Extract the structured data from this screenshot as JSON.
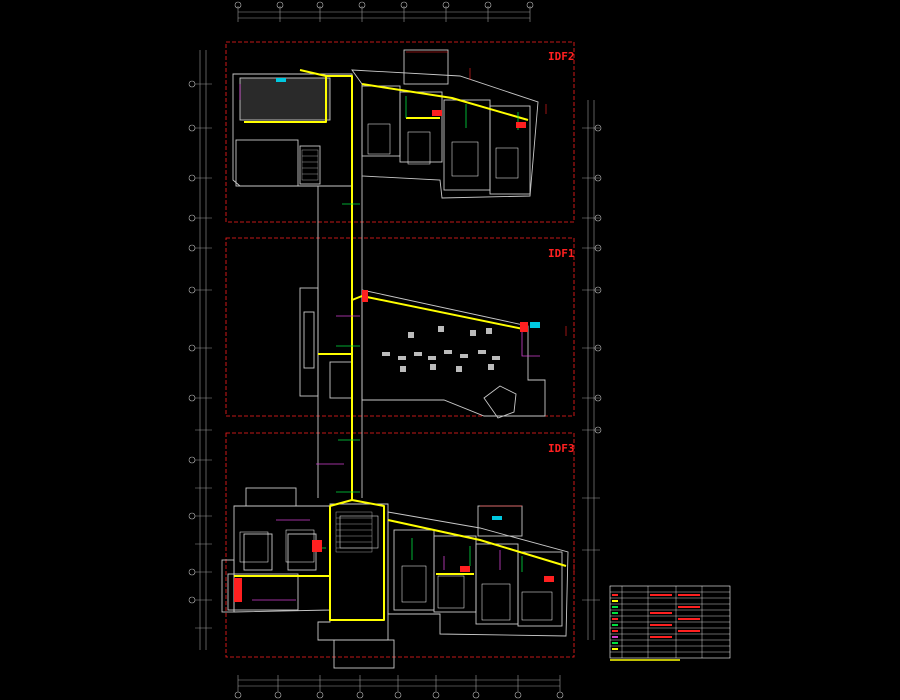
{
  "drawing": {
    "zones": [
      {
        "id": "idf2",
        "label": "IDF2"
      },
      {
        "id": "idf1",
        "label": "IDF1"
      },
      {
        "id": "idf3",
        "label": "IDF3"
      }
    ]
  },
  "colors": {
    "background": "#000000",
    "zone_border": "#ff2020",
    "wall": "#c8c8c8",
    "trunk_cable": "#ffff00",
    "branch_green": "#00e040",
    "branch_magenta": "#d040d0",
    "equipment_red": "#ff2020",
    "cyan": "#00c8e0"
  }
}
